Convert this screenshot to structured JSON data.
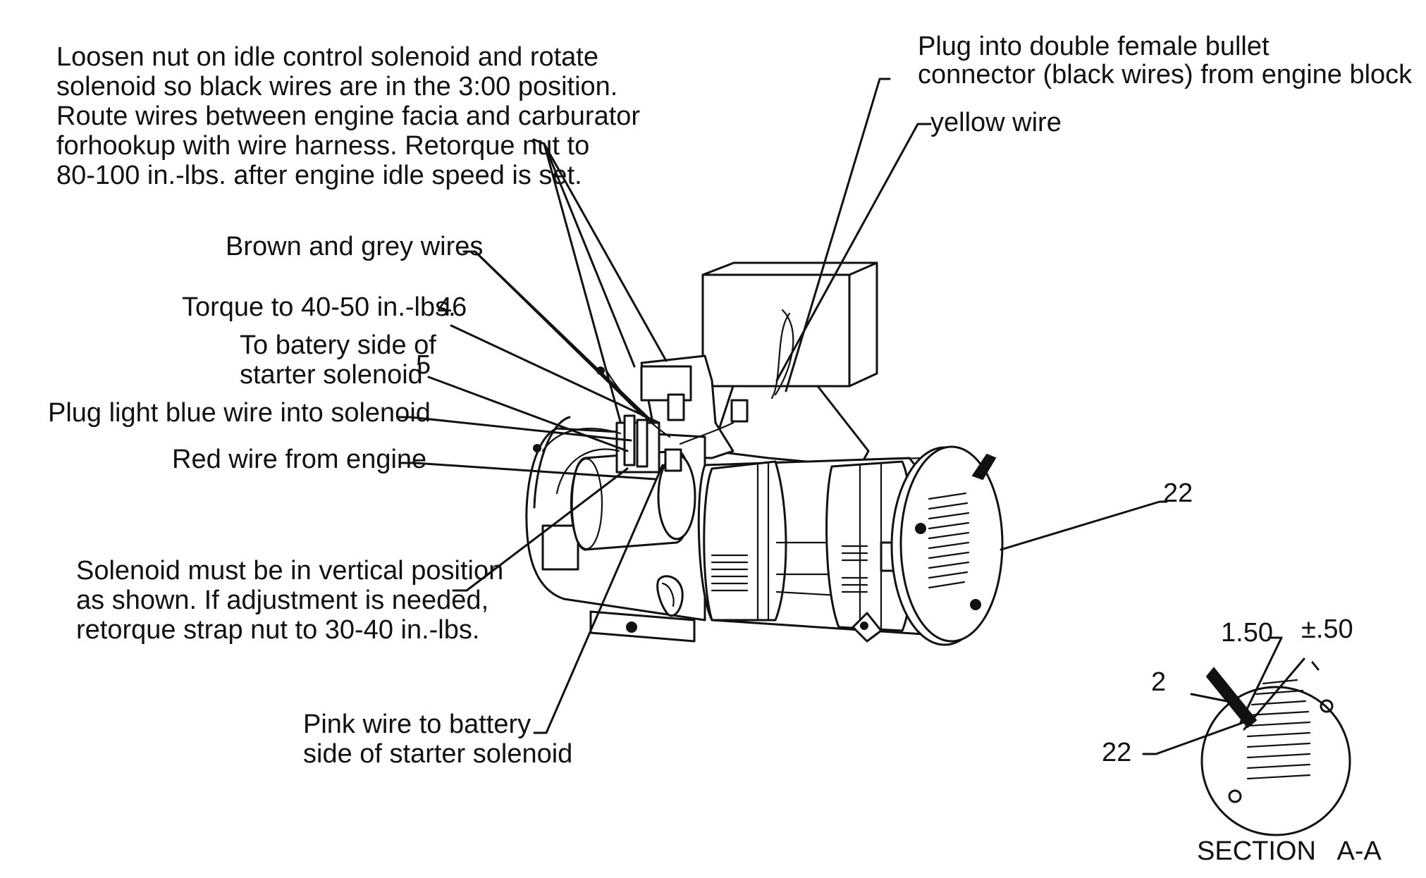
{
  "callouts": {
    "idle_solenoid_1": "Loosen nut on idle control solenoid and rotate",
    "idle_solenoid_2": "solenoid so black wires are in the 3:00 position.",
    "idle_solenoid_3": "Route wires between engine facia and carburator",
    "idle_solenoid_4": "forhookup with wire harness. Retorque nut to",
    "idle_solenoid_5": "80-100 in.-lbs. after engine idle speed is set.",
    "plug_bullet_1": "Plug into double female bullet",
    "plug_bullet_2": "connector (black wires) from engine block",
    "yellow_wire": "yellow wire",
    "brown_grey": "Brown and grey wires",
    "torque": "Torque to 40-50 in.-lbs.",
    "torque_ref": "46",
    "battery_side_1": "To batery side of",
    "battery_side_2": "starter solenoid",
    "battery_ref": "5",
    "light_blue": "Plug light blue wire into solenoid",
    "red_wire": "Red wire from engine",
    "solenoid_vertical_1": "Solenoid must be in vertical position",
    "solenoid_vertical_2": "as shown. If adjustment is needed,",
    "solenoid_vertical_3": "retorque strap nut to 30-40 in.-lbs.",
    "pink_wire_1": "Pink wire to battery",
    "pink_wire_2": "side of starter solenoid",
    "ref_22": "22"
  },
  "section": {
    "title": "SECTION   A-A",
    "dim_value": "1.50",
    "dim_tolerance": "±.50",
    "ref_2": "2",
    "ref_22": "22"
  }
}
